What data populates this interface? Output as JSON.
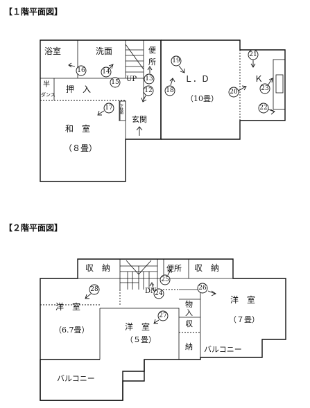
{
  "floor1": {
    "title": "【１階平面図】",
    "rooms": {
      "bath": "浴室",
      "wash": "洗面",
      "toilet": "便\n所",
      "ld": "Ｌ．Ｄ",
      "ld_size": "（10畳）",
      "kitchen": "Ｋ",
      "tatami_label": "和　室",
      "tatami_size": "（８畳）",
      "closet": "押　入",
      "half_closet": "半\nダンス",
      "entrance": "玄関",
      "shoebox": "下駄箱",
      "up": "UP"
    },
    "markers": [
      "16",
      "14",
      "15",
      "13",
      "12",
      "18",
      "19",
      "20",
      "21",
      "23",
      "22",
      "17"
    ]
  },
  "floor2": {
    "title": "【２階平面図】",
    "rooms": {
      "storage_left": "収　納",
      "storage_right": "収　納",
      "toilet": "便所",
      "west_left": "洋　室",
      "west_left_size": "（6.7畳）",
      "west_mid": "洋　室",
      "west_mid_size": "（５畳）",
      "west_right": "洋　室",
      "west_right_size": "（７畳）",
      "monoire": "物\n入",
      "storage_vertical": "収\n納",
      "balcony_right": "バルコニー",
      "balcony_bottom": "バルコニー",
      "dn": "DN"
    },
    "markers": [
      "28",
      "25",
      "24",
      "26",
      "27"
    ]
  }
}
